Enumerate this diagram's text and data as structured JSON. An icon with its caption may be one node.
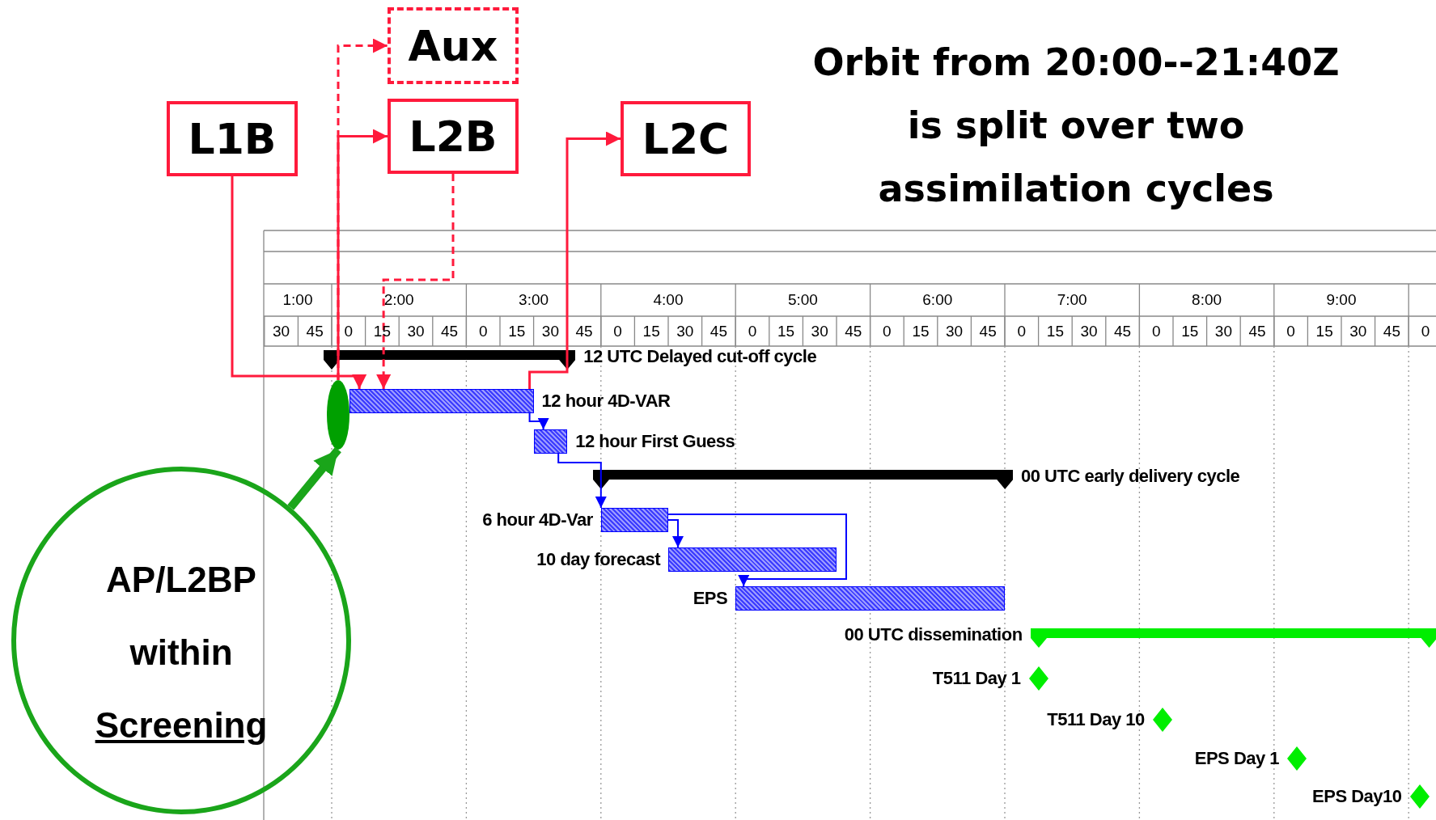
{
  "diagram": {
    "nodes": [
      {
        "text": [
          "Aux"
        ]
      },
      {
        "text": [
          "L1B"
        ]
      },
      {
        "text": [
          "L2B"
        ]
      },
      {
        "text": [
          "L2C"
        ]
      },
      {
        "text": [],
        "shape": "bar",
        "beside": [
          "12 UTC Delayed cut-off cycle"
        ]
      },
      {
        "text": [],
        "shape": "bar",
        "beside": [
          "12 hour 4D-VAR"
        ]
      },
      {
        "text": [],
        "shape": "bar",
        "beside": [
          "12 hour First Guess"
        ]
      },
      {
        "text": [],
        "shape": "bar",
        "beside": [
          "00 UTC early delivery cycle"
        ]
      },
      {
        "text": [],
        "shape": "bar",
        "beside": [
          "6 hour 4D-Var"
        ]
      },
      {
        "text": [],
        "shape": "bar",
        "beside": [
          "10 day forecast"
        ]
      },
      {
        "text": [],
        "shape": "bar",
        "beside": [
          "EPS"
        ]
      },
      {
        "text": [],
        "shape": "bar",
        "beside": [
          "00 UTC dissemination"
        ]
      },
      {
        "text": [],
        "shape": "diamond",
        "beside": [
          "T511 Day 1"
        ]
      },
      {
        "text": [],
        "shape": "diamond",
        "beside": [
          "T511 Day 10"
        ]
      },
      {
        "text": [],
        "shape": "diamond",
        "beside": [
          "EPS Day 1"
        ]
      },
      {
        "text": [],
        "shape": "diamond",
        "beside": [
          "EPS Day10"
        ]
      },
      {
        "text": [],
        "shape": "ellipse"
      },
      {
        "text": [
          "AP/L2BP",
          "within",
          "Screening"
        ]
      }
    ],
    "edges": [
      {
        "from": 1,
        "to": 5,
        "arrow": "to"
      },
      {
        "from": 16,
        "to": 2,
        "arrow": "to"
      },
      {
        "from": 16,
        "to": 0,
        "arrow": "to",
        "style": "dashed"
      },
      {
        "from": 2,
        "to": 5,
        "arrow": "to",
        "style": "dashed"
      },
      {
        "from": 5,
        "to": 3,
        "arrow": "to"
      },
      {
        "from": 17,
        "to": 16,
        "arrow": "to",
        "style": "thick",
        "color": "#1aa51a"
      },
      {
        "from": 5,
        "to": 6,
        "arrow": "to",
        "color": "#0000ff"
      },
      {
        "from": 6,
        "to": 8,
        "arrow": "to",
        "color": "#0000ff"
      },
      {
        "from": 8,
        "to": 9,
        "arrow": "to",
        "color": "#0000ff"
      },
      {
        "from": 8,
        "to": 10,
        "arrow": "to",
        "color": "#0000ff"
      }
    ],
    "labels": [
      "Orbit from 20:00--21:40Z is split over two assimilation cycles",
      "1:00",
      "2:00",
      "3:00",
      "4:00",
      "5:00",
      "6:00",
      "7:00",
      "8:00",
      "9:00",
      "30",
      "45",
      "0",
      "15",
      "30",
      "45",
      "0",
      "15",
      "30",
      "45",
      "0",
      "15",
      "30",
      "45",
      "0",
      "15",
      "30",
      "45",
      "0",
      "15",
      "30",
      "45",
      "0",
      "15",
      "30",
      "45",
      "0",
      "15",
      "30",
      "45",
      "0",
      "15",
      "30",
      "45",
      "0"
    ]
  }
}
